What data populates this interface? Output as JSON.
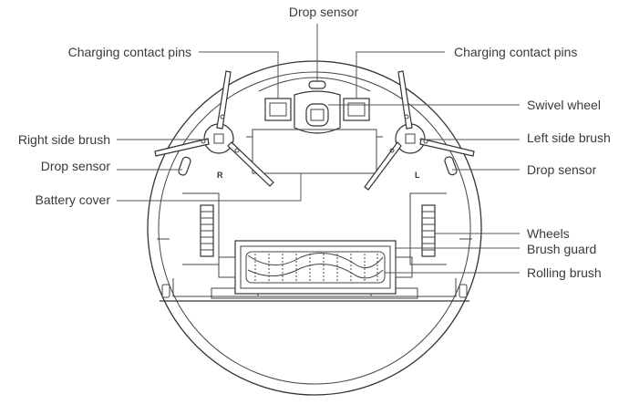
{
  "labels": {
    "drop_sensor_top": "Drop sensor",
    "charging_pins_left": "Charging contact pins",
    "charging_pins_right": "Charging contact pins",
    "swivel_wheel": "Swivel wheel",
    "right_side_brush": "Right side brush",
    "left_side_brush": "Left side brush",
    "drop_sensor_left": "Drop sensor",
    "drop_sensor_right": "Drop sensor",
    "battery_cover": "Battery cover",
    "wheels": "Wheels",
    "brush_guard": "Brush guard",
    "rolling_brush": "Rolling brush"
  },
  "markings": {
    "right_brush_mark": "R",
    "left_brush_mark": "L"
  }
}
